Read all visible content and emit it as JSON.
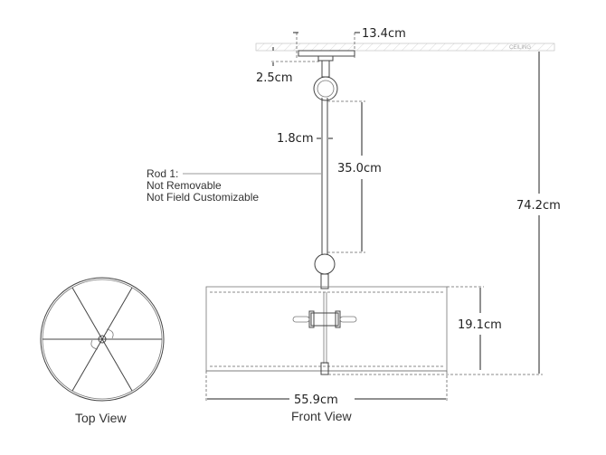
{
  "dimensions": {
    "canopy_width": "13.4cm",
    "canopy_depth": "2.5cm",
    "rod_diameter": "1.8cm",
    "rod_length": "35.0cm",
    "overall_height": "74.2cm",
    "shade_height": "19.1cm",
    "shade_width": "55.9cm"
  },
  "labels": {
    "ceiling": "CEILING",
    "rod_note": [
      "Rod 1:",
      "Not Removable",
      "Not Field Customizable"
    ],
    "top_view": "Top View",
    "front_view": "Front View"
  }
}
